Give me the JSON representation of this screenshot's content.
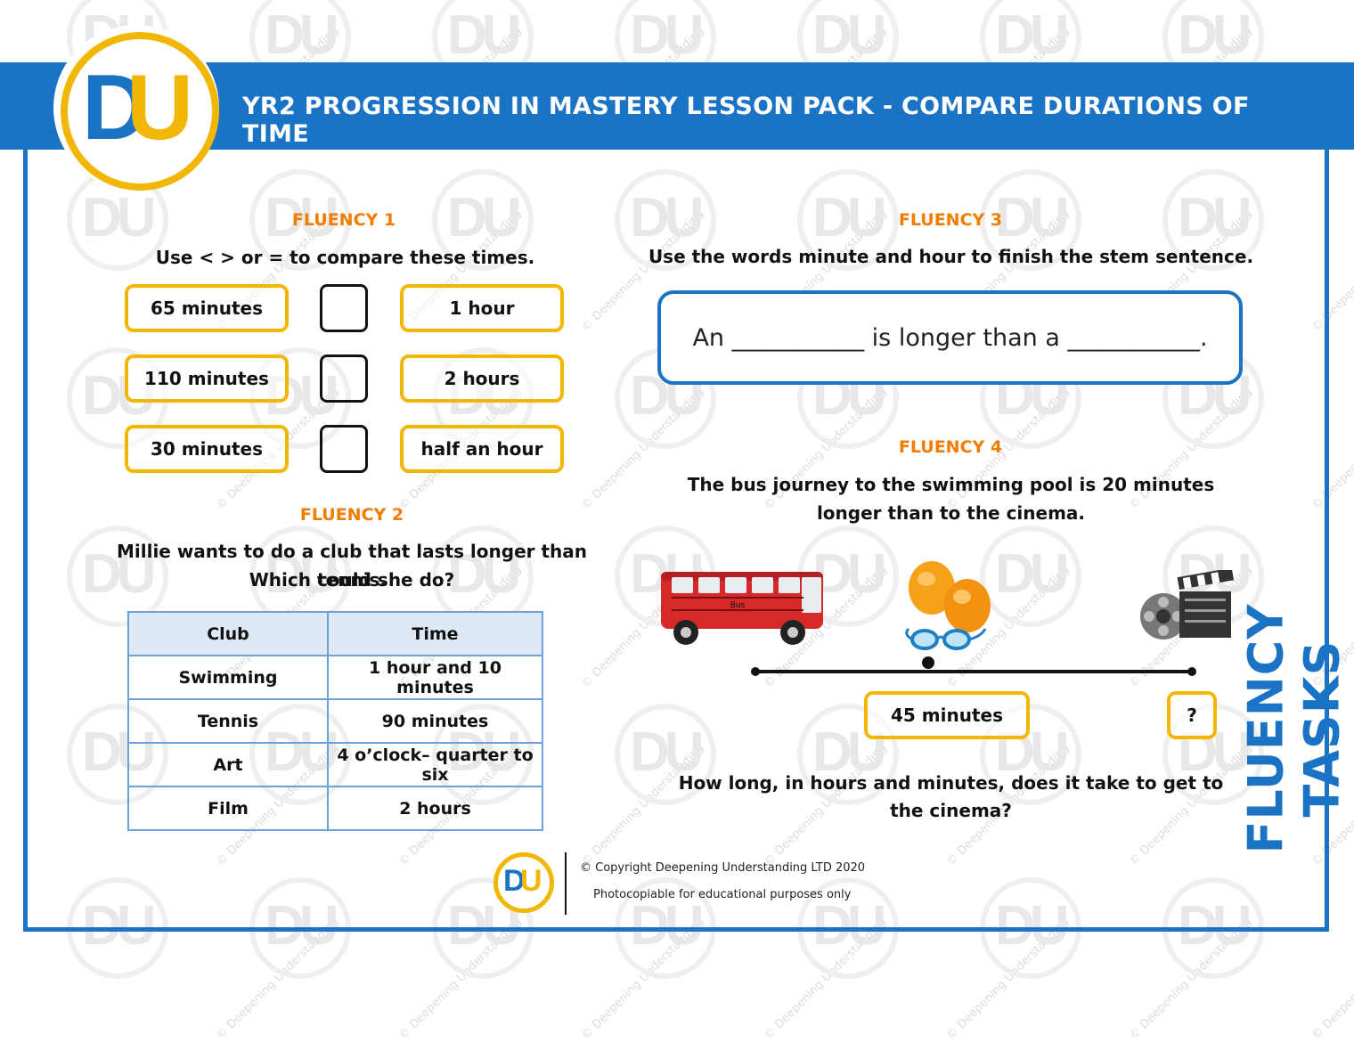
{
  "header": {
    "title": "YR2 PROGRESSION IN MASTERY LESSON PACK - COMPARE DURATIONS OF TIME"
  },
  "logo": {
    "d": "D",
    "u": "U"
  },
  "watermark": {
    "letters": "DU",
    "text": "© Deepening Understanding"
  },
  "side_label": "FLUENCY TASKS",
  "fluency1": {
    "title": "FLUENCY 1",
    "instruction": "Use < > or = to compare these times.",
    "rows": [
      {
        "left": "65 minutes",
        "right": "1 hour"
      },
      {
        "left": "110 minutes",
        "right": "2 hours"
      },
      {
        "left": "30 minutes",
        "right": "half an hour"
      }
    ]
  },
  "fluency2": {
    "title": "FLUENCY 2",
    "instruction_line1": "Millie wants to do a club that lasts longer than tennis.",
    "instruction_line2": "Which could she do?",
    "table": {
      "headers": [
        "Club",
        "Time"
      ],
      "rows": [
        [
          "Swimming",
          "1 hour and 10 minutes"
        ],
        [
          "Tennis",
          "90 minutes"
        ],
        [
          "Art",
          "4 o’clock– quarter to six"
        ],
        [
          "Film",
          "2 hours"
        ]
      ]
    }
  },
  "fluency3": {
    "title": "FLUENCY 3",
    "instruction": "Use the words minute and hour to finish the stem sentence.",
    "stem": "An ___________ is longer than a ___________."
  },
  "fluency4": {
    "title": "FLUENCY 4",
    "line1": "The bus journey to the swimming pool is 20 minutes",
    "line2": "longer than to the cinema.",
    "bus_label": "Bus",
    "box_known": "45 minutes",
    "box_unknown": "?",
    "question_line1": "How long, in hours and minutes, does it take to get to",
    "question_line2": "the cinema?"
  },
  "footer": {
    "copyright": "© Copyright Deepening Understanding LTD 2020",
    "note": "Photocopiable for educational purposes only"
  },
  "colors": {
    "brand_blue": "#1a73c4",
    "brand_yellow": "#f2b705",
    "title_orange": "#f07c00"
  }
}
